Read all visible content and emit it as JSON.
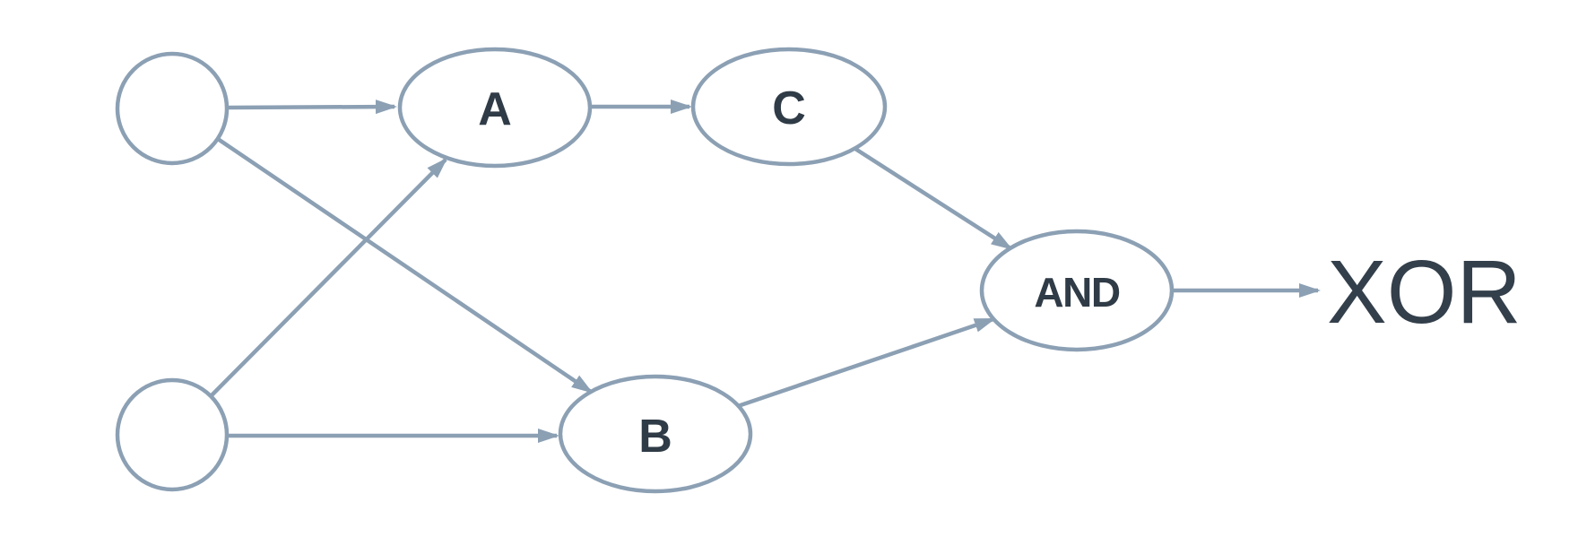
{
  "diagram": {
    "type": "directed-graph",
    "description_topic": "XOR network built from logic nodes",
    "colors": {
      "stroke": "#8CA0B4",
      "node_fill": "#ffffff",
      "label": "#2F3B46",
      "output_label": "#333F4B",
      "background": "#ffffff"
    },
    "nodes": [
      {
        "id": "input-1",
        "label": "",
        "shape": "circle"
      },
      {
        "id": "input-2",
        "label": "",
        "shape": "circle"
      },
      {
        "id": "a",
        "label": "A",
        "shape": "ellipse"
      },
      {
        "id": "b",
        "label": "B",
        "shape": "ellipse"
      },
      {
        "id": "c",
        "label": "C",
        "shape": "ellipse"
      },
      {
        "id": "and",
        "label": "AND",
        "shape": "ellipse"
      }
    ],
    "output": {
      "label": "XOR"
    },
    "edges": [
      {
        "from": "input-1",
        "to": "a"
      },
      {
        "from": "input-1",
        "to": "b"
      },
      {
        "from": "input-2",
        "to": "a"
      },
      {
        "from": "input-2",
        "to": "b"
      },
      {
        "from": "a",
        "to": "c"
      },
      {
        "from": "c",
        "to": "and"
      },
      {
        "from": "b",
        "to": "and"
      },
      {
        "from": "and",
        "to": "xor-output"
      }
    ]
  }
}
